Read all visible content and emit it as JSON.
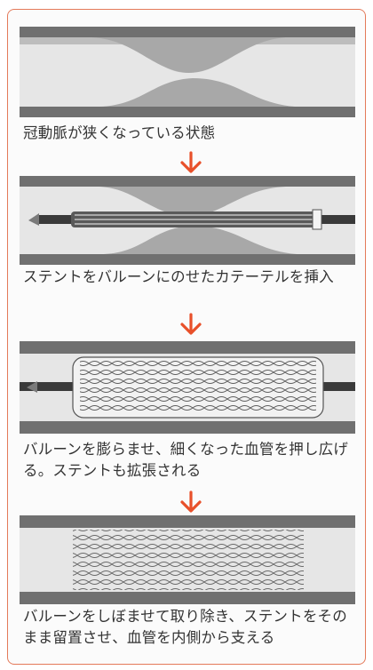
{
  "colors": {
    "frame_border": "#e47a5a",
    "vessel_wall": "#707070",
    "plaque": "#a8a8a8",
    "lumen": "#e6e6e6",
    "arrow": "#e8502a",
    "text": "#333333"
  },
  "steps": [
    {
      "caption": "冠動脈が狭くなっている状態"
    },
    {
      "caption": "ステントをバルーンにのせたカテーテルを挿入"
    },
    {
      "caption": "バルーンを膨らませ、細くなった血管を押し広げる。ステントも拡張される"
    },
    {
      "caption": "バルーンをしぼませて取り除き、ステントをそのまま留置させ、血管を内側から支える"
    }
  ],
  "icons": {
    "arrow": "arrow-down-icon"
  }
}
